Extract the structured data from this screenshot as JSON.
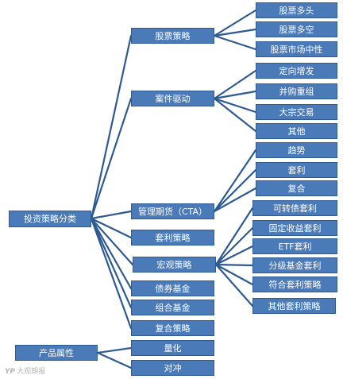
{
  "root": {
    "label": "投资策略分类"
  },
  "product": {
    "label": "产品属性"
  },
  "mid": [
    {
      "id": "m0",
      "label": "股票策略"
    },
    {
      "id": "m1",
      "label": "案件驱动"
    },
    {
      "id": "m2",
      "label": "管理期货（CTA）"
    },
    {
      "id": "m3",
      "label": "套利策略"
    },
    {
      "id": "m4",
      "label": "宏观策略"
    },
    {
      "id": "m5",
      "label": "债券基金"
    },
    {
      "id": "m6",
      "label": "组合基金"
    },
    {
      "id": "m7",
      "label": "复合策略"
    },
    {
      "id": "m8",
      "label": "量化"
    },
    {
      "id": "m9",
      "label": "对冲"
    }
  ],
  "leaves": [
    {
      "id": "l0",
      "label": "股票多头"
    },
    {
      "id": "l1",
      "label": "股票多空"
    },
    {
      "id": "l2",
      "label": "股票市场中性"
    },
    {
      "id": "l3",
      "label": "定向增发"
    },
    {
      "id": "l4",
      "label": "并购重组"
    },
    {
      "id": "l5",
      "label": "大宗交易"
    },
    {
      "id": "l6",
      "label": "其他"
    },
    {
      "id": "l7",
      "label": "趋势"
    },
    {
      "id": "l8",
      "label": "套利"
    },
    {
      "id": "l9",
      "label": "复合"
    },
    {
      "id": "l10",
      "label": "可转债套利"
    },
    {
      "id": "l11",
      "label": "固定收益套利"
    },
    {
      "id": "l12",
      "label": "ETF套利"
    },
    {
      "id": "l13",
      "label": "分级基金套利"
    },
    {
      "id": "l14",
      "label": "符合套利策略"
    },
    {
      "id": "l15",
      "label": "其他套利策略"
    }
  ],
  "watermark": {
    "logo": "YP",
    "text": "大观期报"
  },
  "colors": {
    "box_fill": "#4a7ab8",
    "box_border": "#2f5b93",
    "connector": "#2e5a92",
    "text": "#ffffff"
  }
}
